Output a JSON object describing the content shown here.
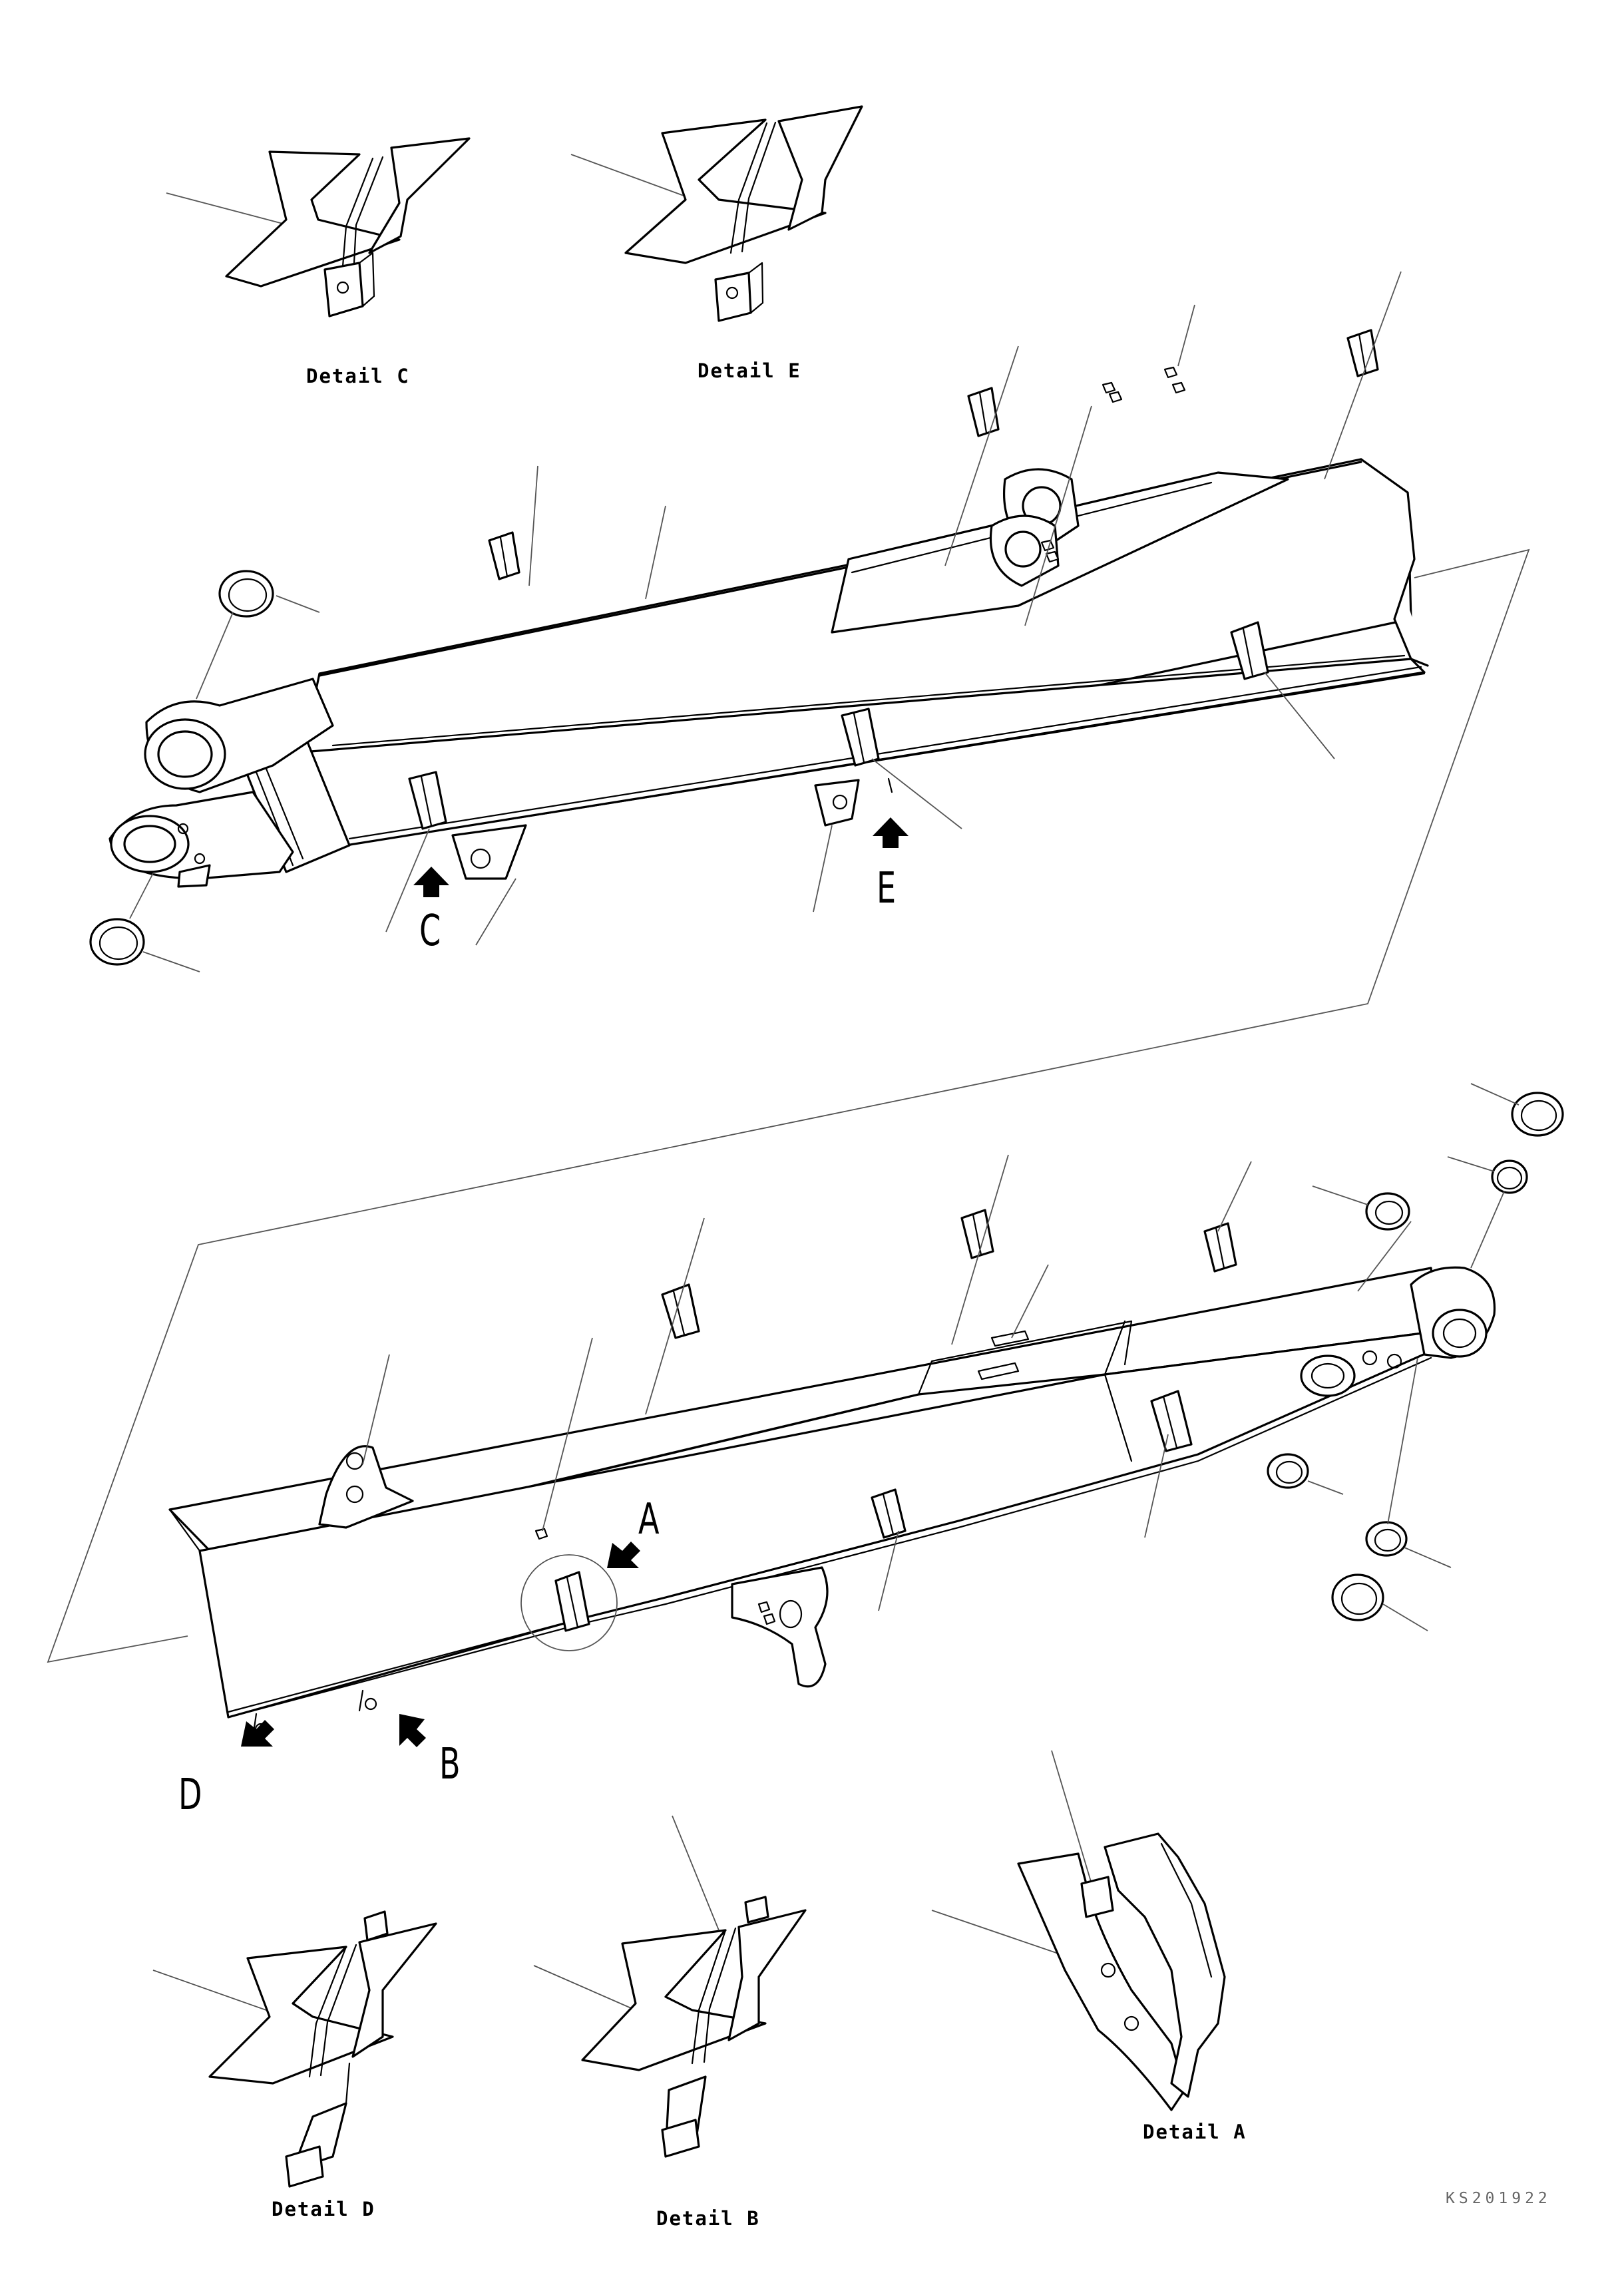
{
  "details": {
    "c": "Detail C",
    "e": "Detail E",
    "d": "Detail D",
    "b": "Detail B",
    "a": "Detail A"
  },
  "arrows": {
    "a": "A",
    "b": "B",
    "c": "C",
    "d": "D",
    "e": "E"
  },
  "drawing_code": "KS201922"
}
